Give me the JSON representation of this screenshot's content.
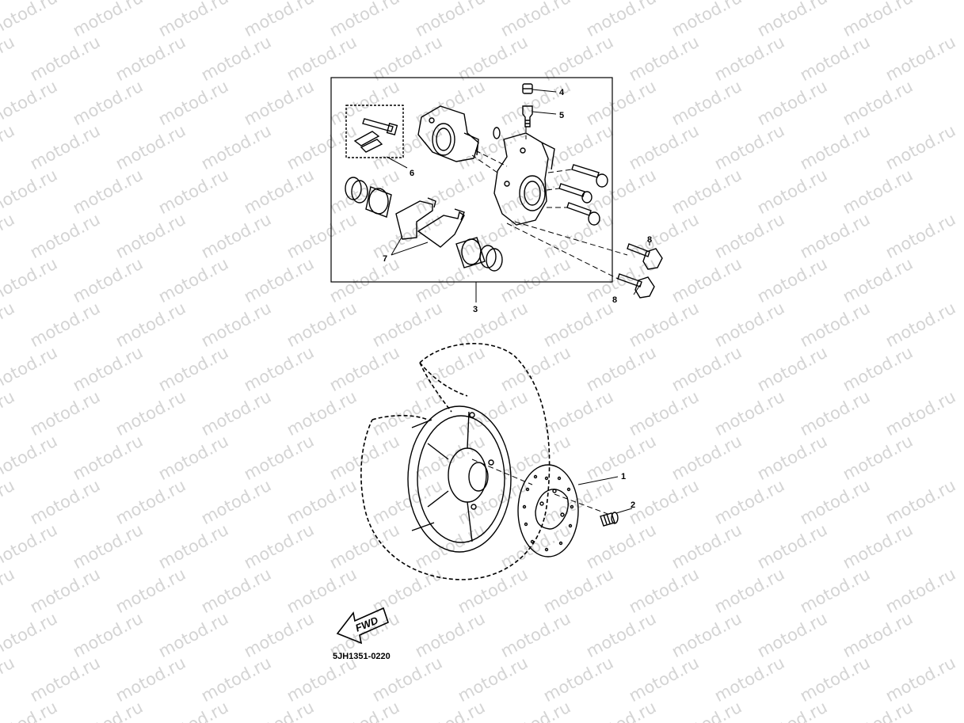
{
  "watermark": {
    "text": "motod.ru",
    "color": "#d4d4d4"
  },
  "callouts": {
    "c1": "1",
    "c2": "2",
    "c3": "3",
    "c4": "4",
    "c5": "5",
    "c6": "6",
    "c7": "7",
    "c8a": "8",
    "c8b": "8"
  },
  "fwd_label": "FWD",
  "diagram_code": "5JH1351-0220",
  "icons": {
    "fwd_arrow": "fwd-arrow-icon",
    "bolt": "bolt-icon",
    "disc": "brake-disc-icon"
  }
}
